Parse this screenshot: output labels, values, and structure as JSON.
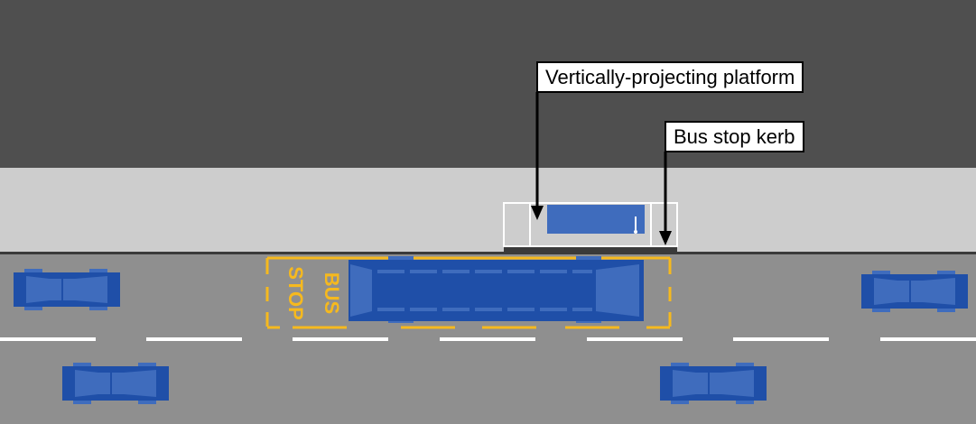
{
  "labels": {
    "platform": "Vertically-projecting platform",
    "kerb": "Bus stop kerb",
    "marking_word_1": "BUS",
    "marking_word_2": "STOP"
  },
  "colors": {
    "building": "#4f4f4f",
    "footway": "#cdcdcd",
    "carriageway": "#8f8f8f",
    "vehicle_body": "#1f4fa8",
    "vehicle_glass": "#3f6cbd",
    "marking_yellow": "#f6b91e",
    "lane_line": "#ffffff",
    "kerb_edge": "#3a3a3a"
  }
}
